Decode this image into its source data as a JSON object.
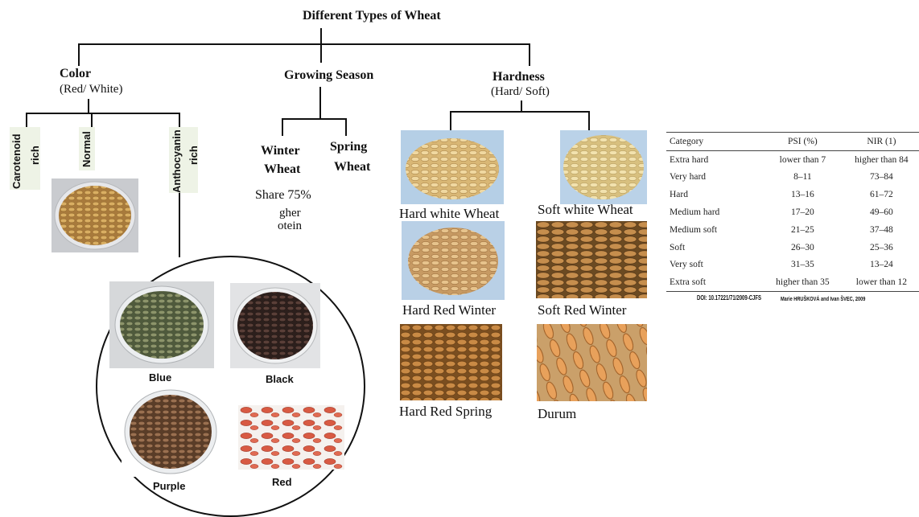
{
  "title": "Different Types of Wheat",
  "branches": {
    "color": {
      "title": "Color",
      "subtitle": "(Red/ White)"
    },
    "season": {
      "title": "Growing Season"
    },
    "hardness": {
      "title": "Hardness",
      "subtitle": "(Hard/ Soft)"
    }
  },
  "color_children": {
    "carotenoid": [
      "Carotenoid",
      "rich"
    ],
    "normal": "Normal",
    "anthocyanin": [
      "Anthocyanin",
      "rich"
    ]
  },
  "season_children": {
    "winter": [
      "Winter",
      "Wheat"
    ],
    "spring": [
      "Spring",
      "Wheat"
    ],
    "share": "Share 75%",
    "partial1": "gher",
    "partial2": "otein"
  },
  "anthocyanin_types": [
    "Blue",
    "Black",
    "Purple",
    "Red"
  ],
  "hardness_types": [
    "Hard white Wheat",
    "Soft white Wheat",
    "Hard Red Winter",
    "Soft Red Winter",
    "Hard Red Spring",
    "Durum"
  ],
  "table": {
    "headers": [
      "Category",
      "PSI (%)",
      "NIR (1)"
    ],
    "rows": [
      [
        "Extra hard",
        "lower than 7",
        "higher than 84"
      ],
      [
        "Very hard",
        "8–11",
        "73–84"
      ],
      [
        "Hard",
        "13–16",
        "61–72"
      ],
      [
        "Medium hard",
        "17–20",
        "49–60"
      ],
      [
        "Medium soft",
        "21–25",
        "37–48"
      ],
      [
        "Soft",
        "26–30",
        "25–36"
      ],
      [
        "Very soft",
        "31–35",
        "13–24"
      ],
      [
        "Extra soft",
        "higher than 35",
        "lower than 12"
      ]
    ],
    "doi": "DOI: 10.17221/71/2009-CJFS",
    "authors": "Marie HRUŠKOVÁ and Ivan ŠVEC, 2009"
  },
  "colors": {
    "line": "#111111",
    "label_bg": "#eef3e6",
    "grain_light": "#e3c98a",
    "grain_red": "#b77a45"
  }
}
